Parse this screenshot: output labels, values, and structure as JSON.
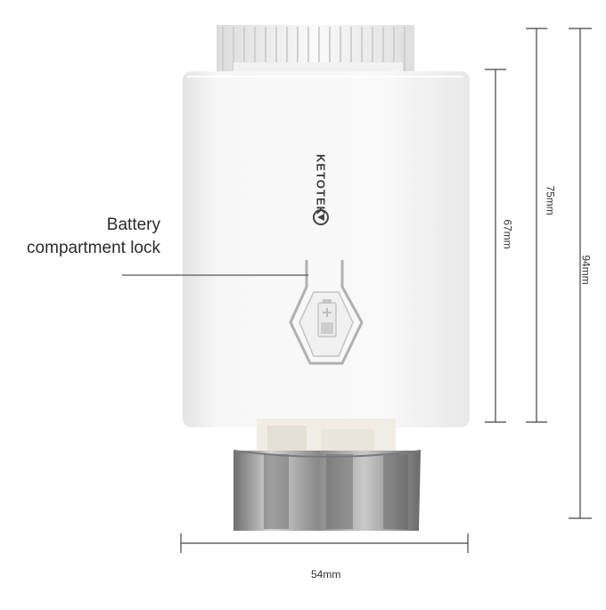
{
  "callout": {
    "line1": "Battery",
    "line2": "compartment lock"
  },
  "brand": {
    "name": "KETOTEK"
  },
  "dimensions": {
    "width": "54mm",
    "height_67": "67mm",
    "height_75": "75mm",
    "height_94": "94mm"
  },
  "colors": {
    "body": "#f4f4f4",
    "body_shadow": "#e2e2e2",
    "nut": "#9a9a9a",
    "dim_line": "#444444"
  }
}
